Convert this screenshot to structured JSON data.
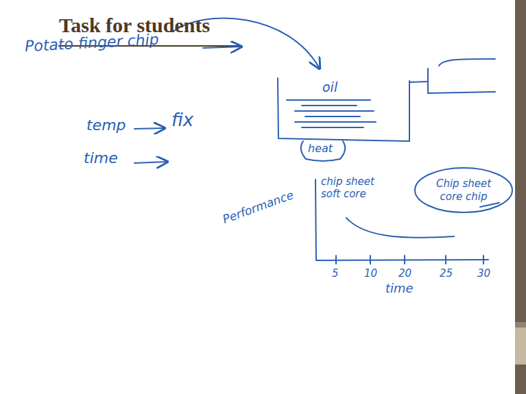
{
  "diagram": {
    "title": "Task for students",
    "nodes": [
      {
        "text": [
          "Chip sheet core chip"
        ]
      }
    ],
    "labels": [
      "Potato finger chip",
      "oil",
      "heat",
      "temp",
      "fix",
      "time",
      "Performance",
      "chip sheet soft core",
      "5",
      "10",
      "20",
      "25",
      "30",
      "time"
    ]
  }
}
